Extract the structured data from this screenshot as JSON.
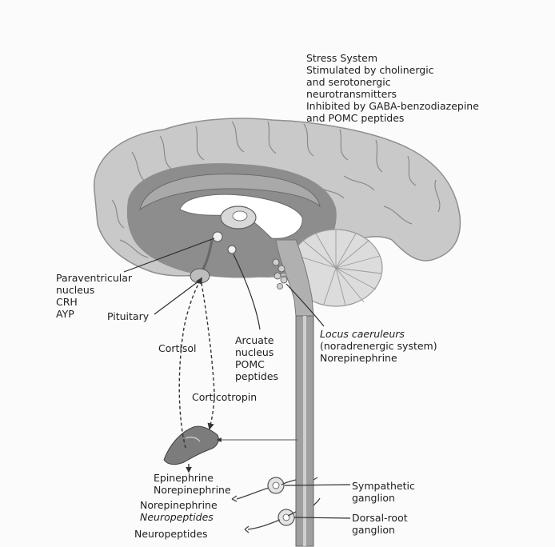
{
  "stress_system": {
    "title": "Stress System",
    "lines": [
      "Stimulated by cholinergic",
      "and serotonergic",
      "neurotransmitters",
      "Inhibited by GABA-benzodiazepine",
      "and POMC peptides"
    ]
  },
  "labels": {
    "paraventricular": [
      "Paraventricular",
      "nucleus",
      "CRH",
      "AYP"
    ],
    "pituitary": "Pituitary",
    "cortisol": "Cortisol",
    "arcuate": [
      "Arcuate",
      "nucleus",
      "POMC",
      "peptides"
    ],
    "locus_italic": "Locus caeruleurs",
    "locus_lines": [
      "(noradrenergic system)",
      "Norepinephrine"
    ],
    "corticotropin": "Corticotropin",
    "adrenal_output": [
      "Epinephrine",
      "Norepinephrine"
    ],
    "nerve_output": "Norepinephrine",
    "nerve_output_italic": "Neuropeptides",
    "neuropeptides": "Neuropeptides",
    "sympathetic": [
      "Sympathetic",
      "ganglion"
    ],
    "dorsal_root": [
      "Dorsal-root",
      "ganglion"
    ]
  },
  "colors": {
    "cortex": "#c9c9c9",
    "deep_region": "#8d8d8d",
    "corpus": "#a9a9a9",
    "ventricle": "#ffffff",
    "cerebellum": "#dcdcdc",
    "stem": "#9f9f9f",
    "adrenal": "#7c7c7c",
    "line": "#3a3a3a"
  }
}
